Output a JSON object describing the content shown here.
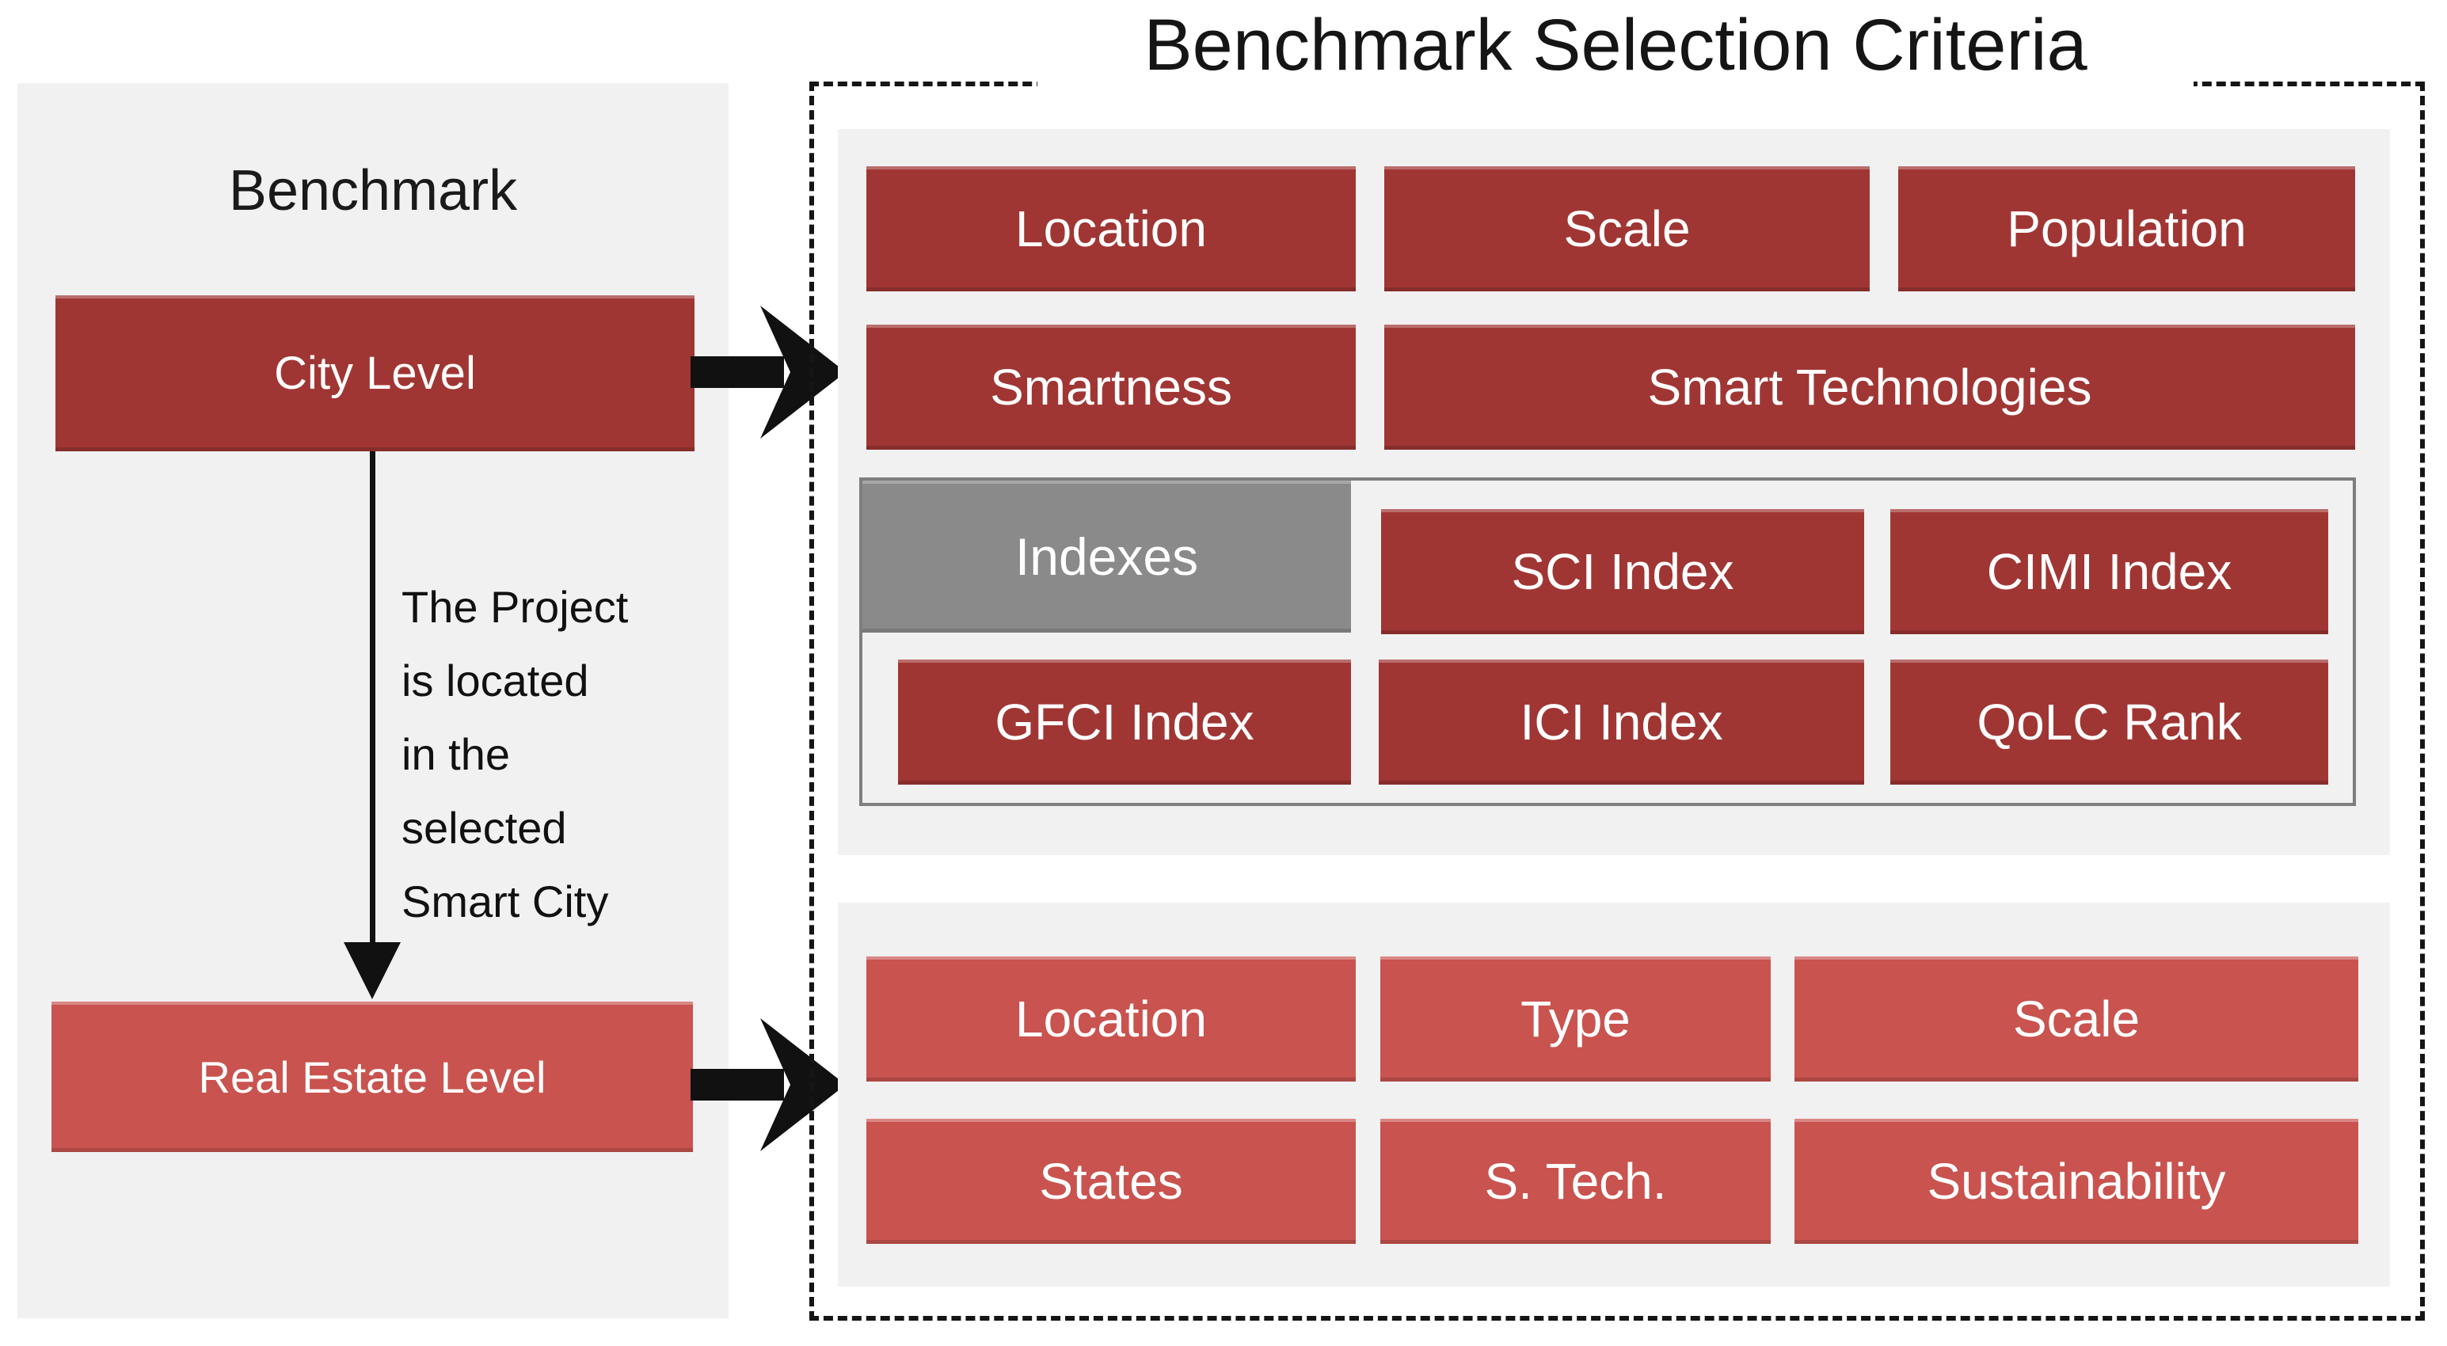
{
  "diagram": {
    "title": "Benchmark Selection Criteria",
    "left_panel": {
      "title": "Benchmark",
      "city_level_label": "City Level",
      "real_estate_level_label": "Real Estate Level",
      "arrow_note_lines": [
        "The Project",
        "is located",
        "in the",
        "selected",
        "Smart City"
      ]
    },
    "city_criteria": {
      "row1": [
        "Location",
        "Scale",
        "Population"
      ],
      "row2": [
        "Smartness",
        "Smart Technologies"
      ],
      "indexes_group": {
        "label": "Indexes",
        "row1": [
          "SCI Index",
          "CIMI Index"
        ],
        "row2": [
          "GFCI Index",
          "ICI Index",
          "QoLC Rank"
        ]
      }
    },
    "real_estate_criteria": {
      "row1": [
        "Location",
        "Type",
        "Scale"
      ],
      "row2": [
        "States",
        "S. Tech.",
        "Sustainability"
      ]
    },
    "colors": {
      "dark_red": "#A03634",
      "light_red": "#C9534F",
      "gray_box": "#8A8A8A",
      "panel_gray": "#F1F1F1",
      "border_gray": "#7E7E7E",
      "ink": "#151515"
    }
  }
}
